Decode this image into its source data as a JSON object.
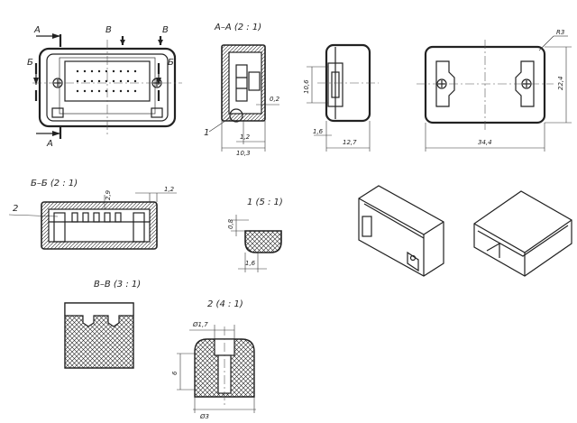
{
  "labels": {
    "sec_a_top": "А",
    "sec_a_bottom": "А",
    "sec_b_left": "Б",
    "sec_b_right": "Б",
    "sec_v_top1": "В",
    "sec_v_top2": "В",
    "view_aa_title": "А–А (2 : 1)",
    "view_bb_title": "Б–Б (2 : 1)",
    "view_vv_title": "В–В (3 : 1)",
    "detail1_title": "1 (5 : 1)",
    "detail2_title": "2 (4 : 1)",
    "callout_1": "1",
    "callout_2": "2"
  },
  "dimensions": {
    "aa_wall": "0,2",
    "aa_inner": "1,2",
    "aa_depth": "10,3",
    "side_height": "10,6",
    "side_step": "1,6",
    "side_width": "12,7",
    "top_length": "34,4",
    "top_width": "22,4",
    "top_radius": "R3",
    "bb_wall": "2,9",
    "bb_lip": "1,2",
    "d1_height": "0,8",
    "d1_width": "1,6",
    "d2_dia_small": "Ø1,7",
    "d2_dia_large": "Ø3",
    "d2_depth": "6"
  }
}
